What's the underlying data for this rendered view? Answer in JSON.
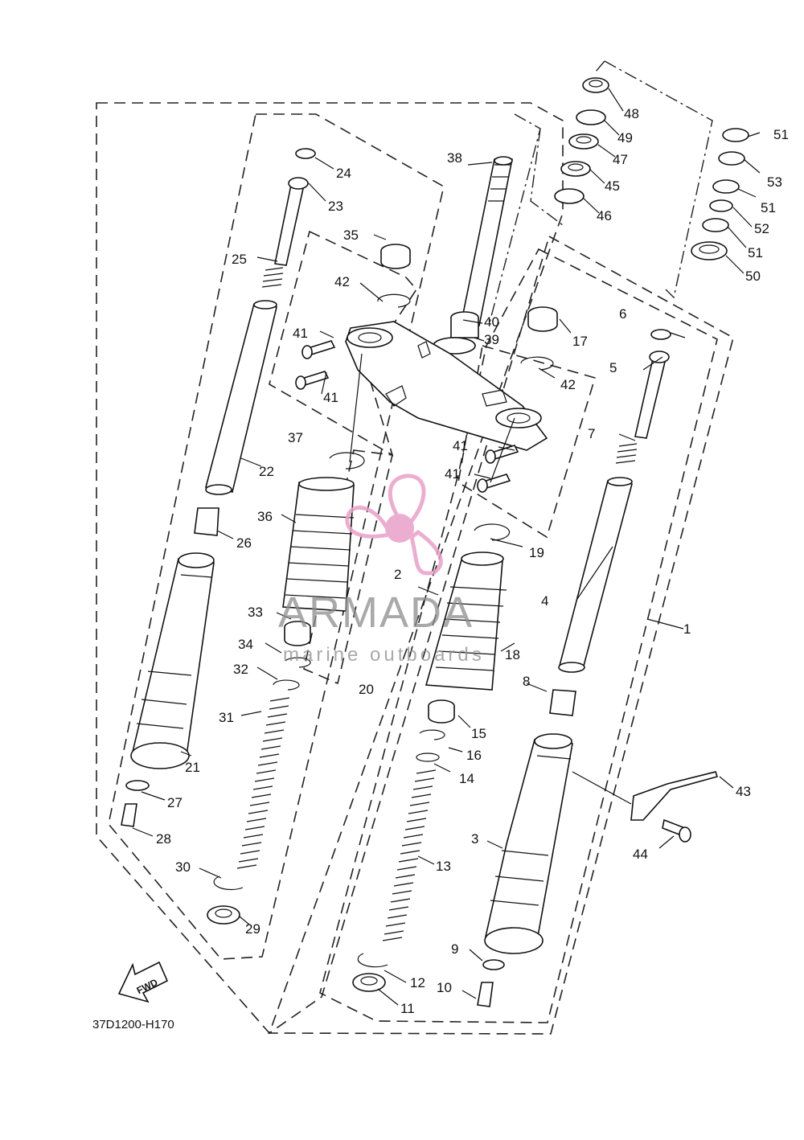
{
  "diagram": {
    "code": "37D1200-H170",
    "fwd_label": "FWD",
    "watermark": {
      "brand": "ARMADA",
      "tagline": "marine outboards",
      "colors": {
        "logo": "#e8a0c8",
        "text": "#8d8d8d"
      }
    },
    "callouts": [
      {
        "id": "c1",
        "n": "1"
      },
      {
        "id": "c2",
        "n": "2"
      },
      {
        "id": "c3",
        "n": "3"
      },
      {
        "id": "c4",
        "n": "4"
      },
      {
        "id": "c5",
        "n": "5"
      },
      {
        "id": "c6",
        "n": "6"
      },
      {
        "id": "c7",
        "n": "7"
      },
      {
        "id": "c8",
        "n": "8"
      },
      {
        "id": "c9",
        "n": "9"
      },
      {
        "id": "c10",
        "n": "10"
      },
      {
        "id": "c11",
        "n": "11"
      },
      {
        "id": "c12",
        "n": "12"
      },
      {
        "id": "c13",
        "n": "13"
      },
      {
        "id": "c14",
        "n": "14"
      },
      {
        "id": "c15",
        "n": "15"
      },
      {
        "id": "c16",
        "n": "16"
      },
      {
        "id": "c17",
        "n": "17"
      },
      {
        "id": "c18",
        "n": "18"
      },
      {
        "id": "c19",
        "n": "19"
      },
      {
        "id": "c20",
        "n": "20"
      },
      {
        "id": "c21",
        "n": "21"
      },
      {
        "id": "c22",
        "n": "22"
      },
      {
        "id": "c23",
        "n": "23"
      },
      {
        "id": "c24",
        "n": "24"
      },
      {
        "id": "c25",
        "n": "25"
      },
      {
        "id": "c26",
        "n": "26"
      },
      {
        "id": "c27",
        "n": "27"
      },
      {
        "id": "c28",
        "n": "28"
      },
      {
        "id": "c29",
        "n": "29"
      },
      {
        "id": "c30",
        "n": "30"
      },
      {
        "id": "c31",
        "n": "31"
      },
      {
        "id": "c32",
        "n": "32"
      },
      {
        "id": "c33",
        "n": "33"
      },
      {
        "id": "c34",
        "n": "34"
      },
      {
        "id": "c35",
        "n": "35"
      },
      {
        "id": "c36",
        "n": "36"
      },
      {
        "id": "c37",
        "n": "37"
      },
      {
        "id": "c38",
        "n": "38"
      },
      {
        "id": "c39",
        "n": "39"
      },
      {
        "id": "c40",
        "n": "40"
      },
      {
        "id": "c41a",
        "n": "41"
      },
      {
        "id": "c41b",
        "n": "41"
      },
      {
        "id": "c41c",
        "n": "41"
      },
      {
        "id": "c41d",
        "n": "41"
      },
      {
        "id": "c42a",
        "n": "42"
      },
      {
        "id": "c42b",
        "n": "42"
      },
      {
        "id": "c43",
        "n": "43"
      },
      {
        "id": "c44",
        "n": "44"
      },
      {
        "id": "c45",
        "n": "45"
      },
      {
        "id": "c46",
        "n": "46"
      },
      {
        "id": "c47",
        "n": "47"
      },
      {
        "id": "c48",
        "n": "48"
      },
      {
        "id": "c49",
        "n": "49"
      },
      {
        "id": "c50",
        "n": "50"
      },
      {
        "id": "c51a",
        "n": "51"
      },
      {
        "id": "c51b",
        "n": "51"
      },
      {
        "id": "c51c",
        "n": "51"
      },
      {
        "id": "c52",
        "n": "52"
      },
      {
        "id": "c53",
        "n": "53"
      }
    ]
  }
}
